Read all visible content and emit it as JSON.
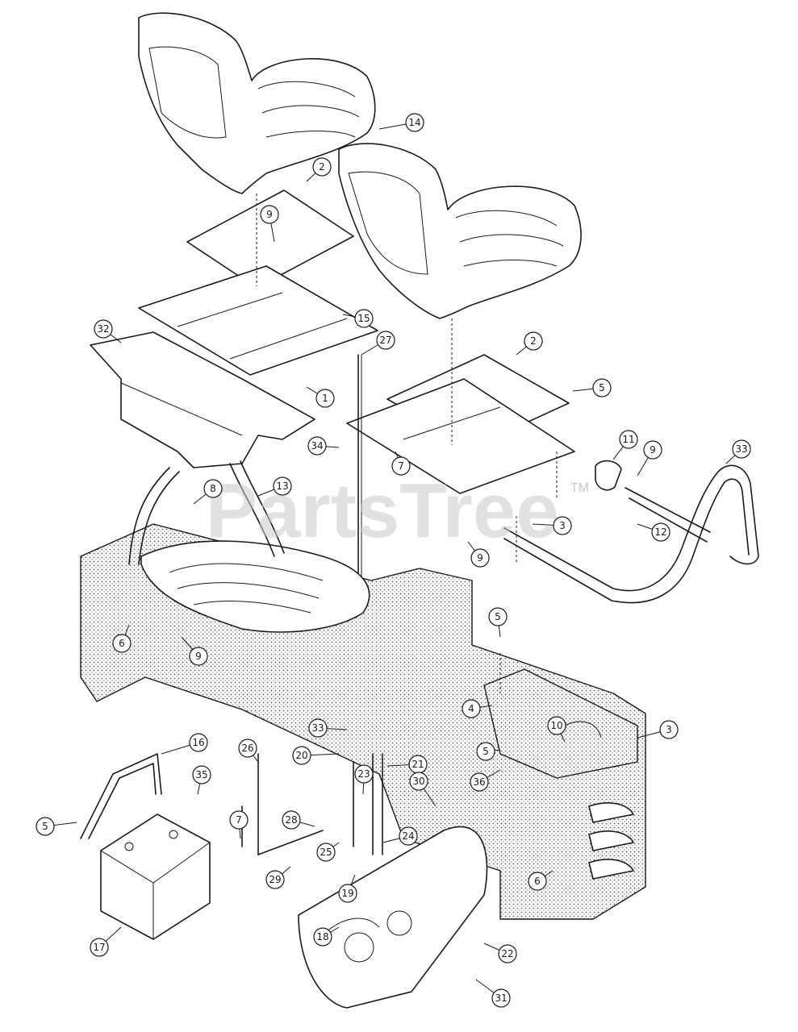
{
  "watermark": {
    "text": "PartsTree",
    "trademark": "TM",
    "color": "#c8c8c8"
  },
  "callouts": [
    {
      "label": "14"
    },
    {
      "label": "2"
    },
    {
      "label": "9"
    },
    {
      "label": "15"
    },
    {
      "label": "27"
    },
    {
      "label": "32"
    },
    {
      "label": "1"
    },
    {
      "label": "2"
    },
    {
      "label": "5"
    },
    {
      "label": "34"
    },
    {
      "label": "7"
    },
    {
      "label": "11"
    },
    {
      "label": "9"
    },
    {
      "label": "33"
    },
    {
      "label": "8"
    },
    {
      "label": "13"
    },
    {
      "label": "3"
    },
    {
      "label": "12"
    },
    {
      "label": "9"
    },
    {
      "label": "5"
    },
    {
      "label": "9"
    },
    {
      "label": "6"
    },
    {
      "label": "4"
    },
    {
      "label": "10"
    },
    {
      "label": "33"
    },
    {
      "label": "3"
    },
    {
      "label": "5"
    },
    {
      "label": "36"
    },
    {
      "label": "16"
    },
    {
      "label": "35"
    },
    {
      "label": "26"
    },
    {
      "label": "20"
    },
    {
      "label": "21"
    },
    {
      "label": "23"
    },
    {
      "label": "30"
    },
    {
      "label": "5"
    },
    {
      "label": "7"
    },
    {
      "label": "28"
    },
    {
      "label": "24"
    },
    {
      "label": "25"
    },
    {
      "label": "29"
    },
    {
      "label": "19"
    },
    {
      "label": "6"
    },
    {
      "label": "18"
    },
    {
      "label": "22"
    },
    {
      "label": "17"
    },
    {
      "label": "31"
    }
  ]
}
